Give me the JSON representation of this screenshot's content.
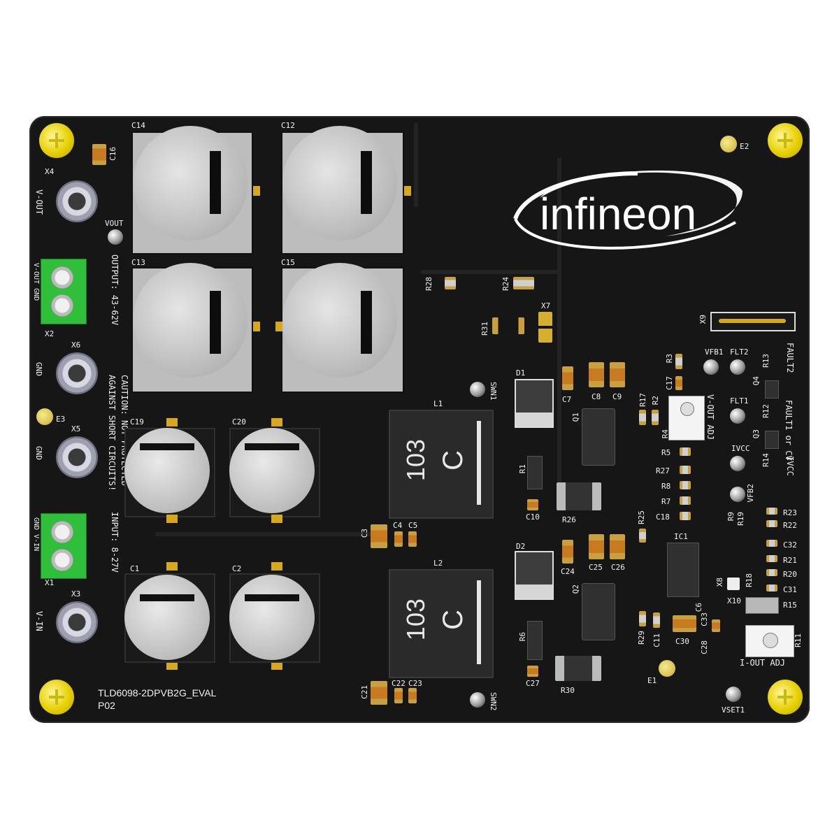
{
  "brand": {
    "logo_text": "infineon"
  },
  "board": {
    "name": "TLD6098-2DPVB2G_EVAL",
    "revision": "P02",
    "caution": [
      "CAUTION: NOT PROTECTED",
      "AGAINST SHORT CIRCUITS!"
    ],
    "output_note": "OUTPUT: 43-62V",
    "input_note": "INPUT: 8-27V"
  },
  "connectors": {
    "x4": "X4",
    "vout": "V-OUT",
    "x2": "X2",
    "x2_pins": "V-OUT GND",
    "x6": "X6",
    "gnd1": "GND",
    "x5": "X5",
    "gnd2": "GND",
    "x1": "X1",
    "x1_pins": "GND V-IN",
    "x3": "X3",
    "vin": "V-IN"
  },
  "testpoints": {
    "e1": "E1",
    "e2": "E2",
    "e3": "E3",
    "vout_tp": "VOUT",
    "swn1": "SWN1",
    "swn2": "SWN2",
    "vfb1": "VFB1",
    "vfb2": "VFB2",
    "flt1": "FLT1",
    "flt2": "FLT2",
    "ivcc": "IVCC",
    "vset1": "VSET1"
  },
  "labels": {
    "c14": "C14",
    "c12": "C12",
    "c13": "C13",
    "c15": "C15",
    "c16": "C16",
    "c19": "C19",
    "c20": "C20",
    "c1": "C1",
    "c2": "C2",
    "l1": "L1",
    "l2": "L2",
    "l_marking": "C",
    "l_value": "103",
    "d1": "D1",
    "d2": "D2",
    "q1": "Q1",
    "q2": "Q2",
    "ic1": "IC1",
    "r28": "R28",
    "r24": "R24",
    "r31": "R31",
    "x7": "X7",
    "c7": "C7",
    "c8": "C8",
    "c9": "C9",
    "r1": "R1",
    "c10": "C10",
    "r26": "R26",
    "c3": "C3",
    "c4": "C4",
    "c5": "C5",
    "c24": "C24",
    "c25": "C25",
    "c26": "C26",
    "r6": "R6",
    "c27": "C27",
    "r30": "R30",
    "c21": "C21",
    "c22": "C22",
    "c23": "C23",
    "r17": "R17",
    "r2": "R2",
    "r3": "R3",
    "c17": "C17",
    "r4": "R4",
    "r5": "R5",
    "r27": "R27",
    "r8": "R8",
    "r7": "R7",
    "c18": "C18",
    "r25": "R25",
    "r29": "R29",
    "c11": "C11",
    "c30": "C30",
    "c6": "C6",
    "c33": "C33",
    "c28": "C28",
    "r9": "R9",
    "r19": "R19",
    "r18": "R18",
    "x10": "X10",
    "r15": "R15",
    "r11": "R11",
    "r23": "R23",
    "r22": "R22",
    "c32": "C32",
    "r21": "R21",
    "r20": "R20",
    "c31": "C31",
    "r13": "R13",
    "r12": "R12",
    "r14": "R14",
    "q3": "Q3",
    "q4": "Q4",
    "x8": "X8",
    "x9": "X9",
    "vout_adj": "V-OUT ADJ",
    "iout_adj": "I-OUT ADJ",
    "fault2": "FAULT2",
    "fault1": "FAULT1 or CV",
    "ivcc_label": "IVCC"
  },
  "colors": {
    "pcb": "#161616",
    "screw": "#e6d000",
    "terminal_green": "#2fbf3a",
    "capacitor_grey": "#bdbdbd",
    "silkscreen": "#f2f2f2",
    "logo": "#ffffff"
  }
}
